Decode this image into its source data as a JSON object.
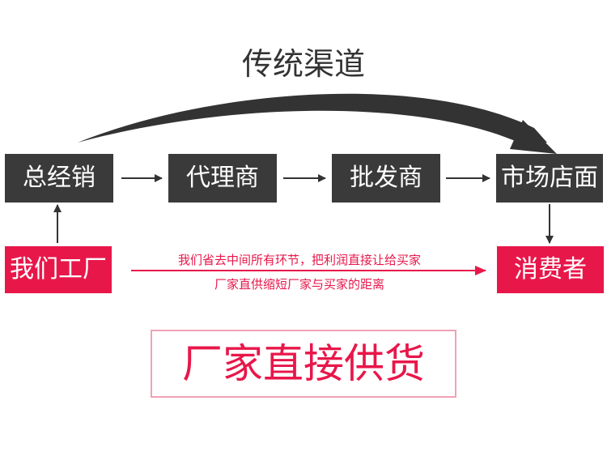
{
  "title": "传统渠道",
  "channel": {
    "general_distributor": "总经销",
    "agent": "代理商",
    "wholesaler": "批发商",
    "store": "市场店面"
  },
  "direct": {
    "factory": "我们工厂",
    "consumer": "消费者",
    "note_line1": "我们省去中间所有环节，把利润直接让给买家",
    "note_line2": "厂家直供缩短厂家与买家的距离"
  },
  "banner": "厂家直接供货",
  "colors": {
    "dark_box": "#3a3a3a",
    "accent": "#e8174a",
    "arrow": "#333333",
    "banner_border": "#f0a3b5"
  }
}
